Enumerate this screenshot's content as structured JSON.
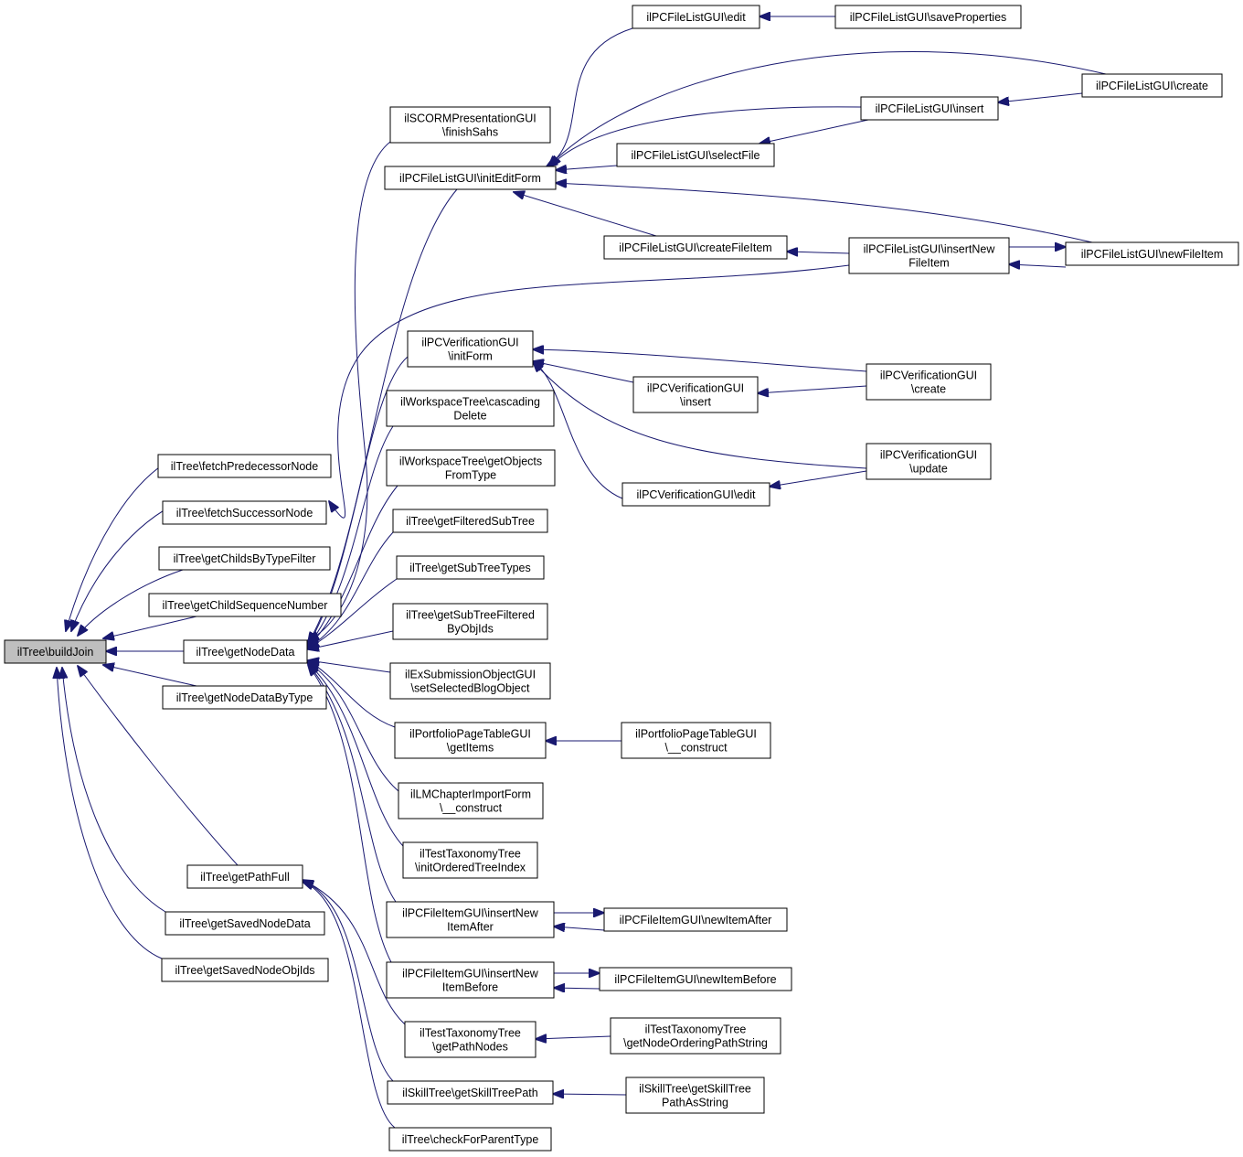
{
  "nodes": {
    "buildJoin": [
      "ilTree\\buildJoin"
    ],
    "fetchPredecessorNode": [
      "ilTree\\fetchPredecessorNode"
    ],
    "fetchSuccessorNode": [
      "ilTree\\fetchSuccessorNode"
    ],
    "getChildsByTypeFilter": [
      "ilTree\\getChildsByTypeFilter"
    ],
    "getChildSequenceNumber": [
      "ilTree\\getChildSequenceNumber"
    ],
    "getNodeData": [
      "ilTree\\getNodeData"
    ],
    "getNodeDataByType": [
      "ilTree\\getNodeDataByType"
    ],
    "getPathFull": [
      "ilTree\\getPathFull"
    ],
    "getSavedNodeData": [
      "ilTree\\getSavedNodeData"
    ],
    "getSavedNodeObjIds": [
      "ilTree\\getSavedNodeObjIds"
    ],
    "scormFinishSahs": [
      "ilSCORMPresentationGUI",
      "\\finishSahs"
    ],
    "fileListInitEditForm": [
      "ilPCFileListGUI\\initEditForm"
    ],
    "verificationInitForm": [
      "ilPCVerificationGUI",
      "\\initForm"
    ],
    "wsCascadingDelete": [
      "ilWorkspaceTree\\cascading",
      "Delete"
    ],
    "wsGetObjectsFromType": [
      "ilWorkspaceTree\\getObjects",
      "FromType"
    ],
    "getFilteredSubTree": [
      "ilTree\\getFilteredSubTree"
    ],
    "getSubTreeTypes": [
      "ilTree\\getSubTreeTypes"
    ],
    "getSubTreeFilteredByObjIds": [
      "ilTree\\getSubTreeFiltered",
      "ByObjIds"
    ],
    "exSubmissionSetSelectedBlog": [
      "ilExSubmissionObjectGUI",
      "\\setSelectedBlogObject"
    ],
    "portfolioGetItems": [
      "ilPortfolioPageTableGUI",
      "\\getItems"
    ],
    "lmChapterImportConstruct": [
      "ilLMChapterImportForm",
      "\\__construct"
    ],
    "testTaxInitOrdered": [
      "ilTestTaxonomyTree",
      "\\initOrderedTreeIndex"
    ],
    "fileItemInsertNewAfter": [
      "ilPCFileItemGUI\\insertNew",
      "ItemAfter"
    ],
    "fileItemInsertNewBefore": [
      "ilPCFileItemGUI\\insertNew",
      "ItemBefore"
    ],
    "testTaxGetPathNodes": [
      "ilTestTaxonomyTree",
      "\\getPathNodes"
    ],
    "skillTreeGetPath": [
      "ilSkillTree\\getSkillTreePath"
    ],
    "checkForParentType": [
      "ilTree\\checkForParentType"
    ],
    "fileListEdit": [
      "ilPCFileListGUI\\edit"
    ],
    "fileListSaveProperties": [
      "ilPCFileListGUI\\saveProperties"
    ],
    "fileListCreate": [
      "ilPCFileListGUI\\create"
    ],
    "fileListInsert": [
      "ilPCFileListGUI\\insert"
    ],
    "fileListSelectFile": [
      "ilPCFileListGUI\\selectFile"
    ],
    "fileListCreateFileItem": [
      "ilPCFileListGUI\\createFileItem"
    ],
    "fileListInsertNewFileItem": [
      "ilPCFileListGUI\\insertNew",
      "FileItem"
    ],
    "fileListNewFileItem": [
      "ilPCFileListGUI\\newFileItem"
    ],
    "verificationCreate": [
      "ilPCVerificationGUI",
      "\\create"
    ],
    "verificationInsert": [
      "ilPCVerificationGUI",
      "\\insert"
    ],
    "verificationUpdate": [
      "ilPCVerificationGUI",
      "\\update"
    ],
    "verificationEdit": [
      "ilPCVerificationGUI\\edit"
    ],
    "portfolioConstruct": [
      "ilPortfolioPageTableGUI",
      "\\__construct"
    ],
    "fileItemNewItemAfter": [
      "ilPCFileItemGUI\\newItemAfter"
    ],
    "fileItemNewItemBefore": [
      "ilPCFileItemGUI\\newItemBefore"
    ],
    "testTaxGetNodeOrderingPathString": [
      "ilTestTaxonomyTree",
      "\\getNodeOrderingPathString"
    ],
    "skillTreeGetPathAsString": [
      "ilSkillTree\\getSkillTree",
      "PathAsString"
    ]
  },
  "colors": {
    "edge": "#191970",
    "root_fill": "#bfbfbf",
    "node_fill": "#ffffff",
    "node_stroke": "#000000"
  }
}
